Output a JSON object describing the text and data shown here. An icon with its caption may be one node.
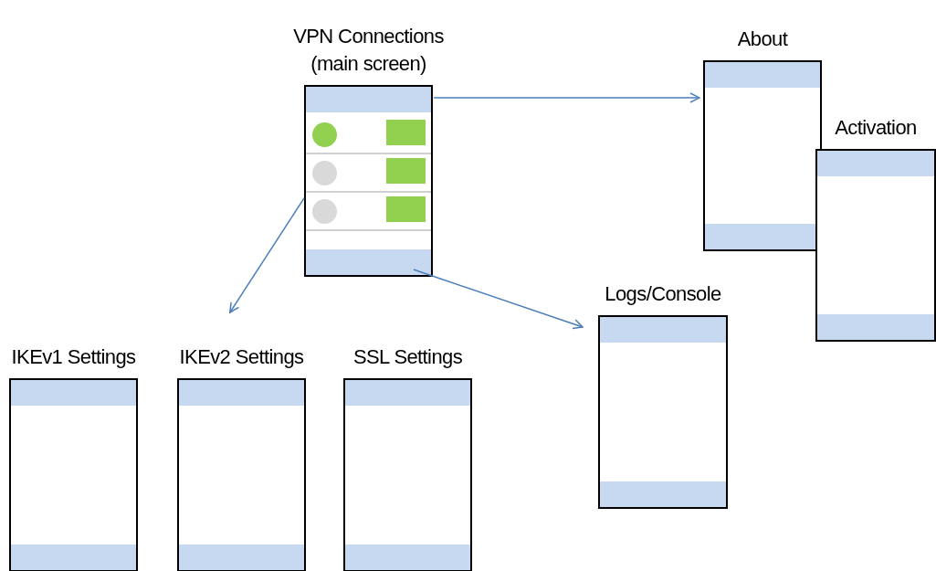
{
  "diagram": {
    "nodes": [
      {
        "text": [
          "VPN Connections (main screen)"
        ]
      },
      {
        "text": [
          "About"
        ]
      },
      {
        "text": [
          "Activation"
        ]
      },
      {
        "text": [
          "Logs/Console"
        ]
      },
      {
        "text": [
          "IKEv1 Settings"
        ]
      },
      {
        "text": [
          "IKEv2 Settings"
        ]
      },
      {
        "text": [
          "SSL Settings"
        ]
      }
    ],
    "edges": [
      {
        "from": 0,
        "to": 1,
        "arrow": "to"
      },
      {
        "from": 0,
        "to": 5,
        "arrow": "to"
      },
      {
        "from": 0,
        "to": 3,
        "arrow": "to"
      }
    ]
  }
}
